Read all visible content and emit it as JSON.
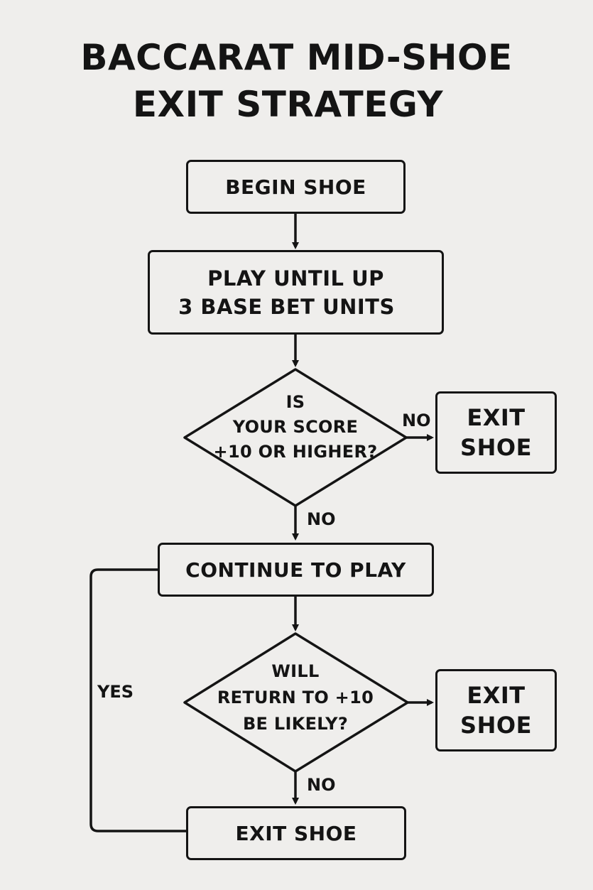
{
  "title": {
    "line1": "BACCARAT MID-SHOE",
    "line2": "EXIT STRATEGY"
  },
  "nodes": {
    "begin": "BEGIN SHOE",
    "play_until": {
      "line1": "PLAY UNTIL UP",
      "line2": "3 BASE BET UNITS"
    },
    "decision1": {
      "line1": "IS",
      "line2": "YOUR SCORE",
      "line3": "+10 OR HIGHER?"
    },
    "exit_right_1": {
      "line1": "EXIT",
      "line2": "SHOE"
    },
    "continue": "CONTINUE TO PLAY",
    "decision2": {
      "line1": "WILL",
      "line2": "RETURN TO +10",
      "line3": "BE LIKELY?"
    },
    "exit_right_2": {
      "line1": "EXIT",
      "line2": "SHOE"
    },
    "exit_bottom": "EXIT SHOE"
  },
  "labels": {
    "d1_right": "NO",
    "d1_down": "NO",
    "d2_down": "NO",
    "loop": "YES"
  }
}
